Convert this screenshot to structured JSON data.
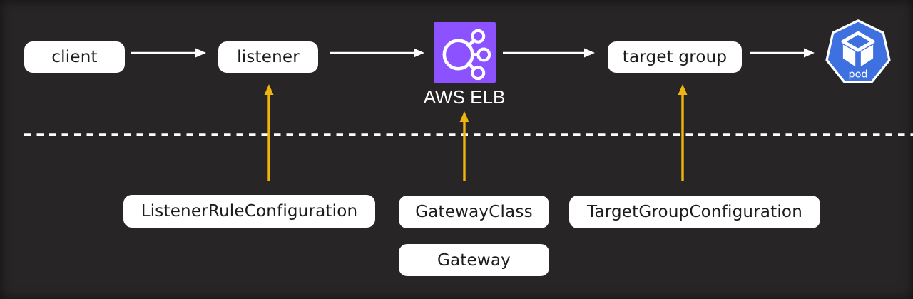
{
  "diagram": {
    "description": "AWS ELB Gateway API traffic flow diagram",
    "nodes": {
      "client": {
        "label": "client"
      },
      "listener": {
        "label": "listener"
      },
      "aws_elb": {
        "label": "AWS ELB",
        "icon": "elb-load-balancer-icon"
      },
      "target_group": {
        "label": "target group"
      },
      "pod": {
        "label": "pod",
        "icon": "kubernetes-pod-icon"
      }
    },
    "resources": {
      "listener_rule_configuration": {
        "label": "ListenerRuleConfiguration"
      },
      "gateway_class": {
        "label": "GatewayClass"
      },
      "gateway": {
        "label": "Gateway"
      },
      "target_group_configuration": {
        "label": "TargetGroupConfiguration"
      }
    },
    "edges": {
      "flow": [
        "client -> listener",
        "listener -> AWS ELB",
        "AWS ELB -> target group",
        "target group -> pod"
      ],
      "config": [
        "ListenerRuleConfiguration -> listener",
        "GatewayClass -> AWS ELB",
        "TargetGroupConfiguration -> target group"
      ]
    },
    "divider": {
      "style": "dashed"
    }
  },
  "colors": {
    "background": "#272525",
    "box_fill": "#FFFFFF",
    "box_text": "#1D1B1B",
    "elb_purple": "#8C52FF",
    "pod_blue": "#3E70E0",
    "arrow_white": "#FFFFFF",
    "arrow_yellow": "#EFB40D",
    "divider": "#FFFFFF"
  }
}
